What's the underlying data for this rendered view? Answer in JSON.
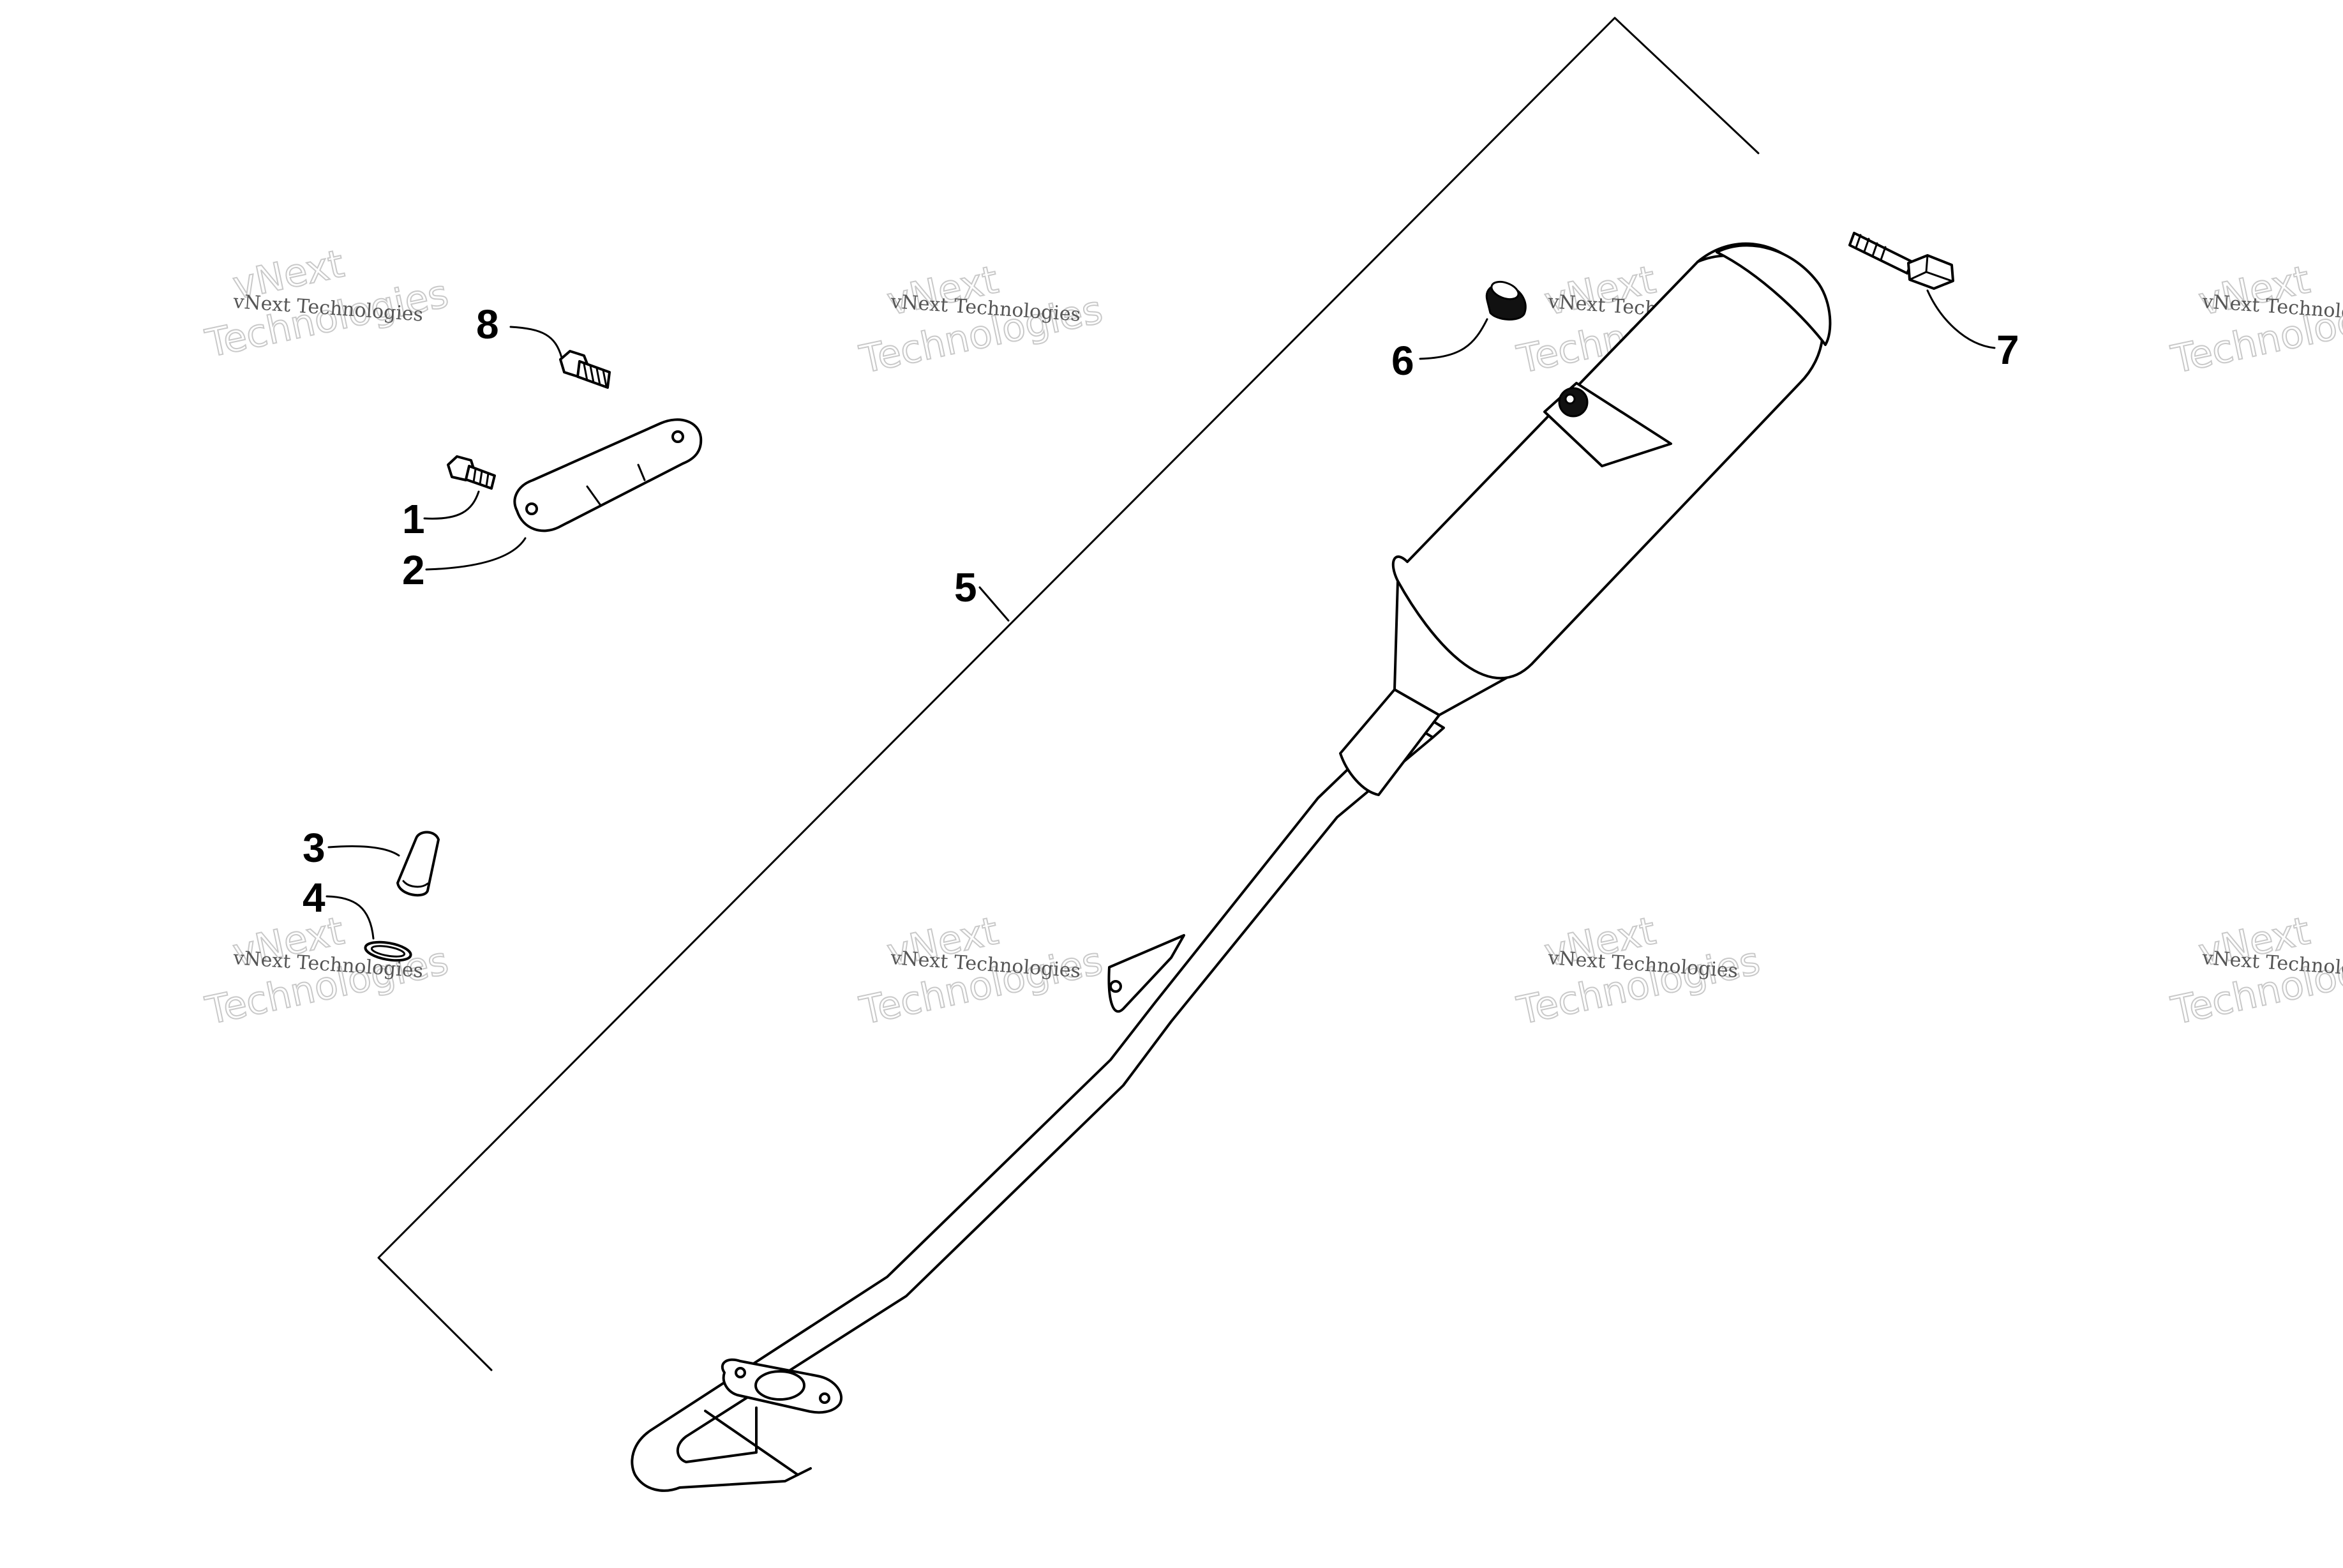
{
  "diagram": {
    "callouts": [
      {
        "id": "1",
        "label": "1"
      },
      {
        "id": "2",
        "label": "2"
      },
      {
        "id": "3",
        "label": "3"
      },
      {
        "id": "4",
        "label": "4"
      },
      {
        "id": "5",
        "label": "5"
      },
      {
        "id": "6",
        "label": "6"
      },
      {
        "id": "7",
        "label": "7"
      },
      {
        "id": "8",
        "label": "8"
      }
    ],
    "watermark": {
      "line1": "vNext Technologies",
      "big1": "vNext",
      "big2": "Technologies"
    }
  }
}
